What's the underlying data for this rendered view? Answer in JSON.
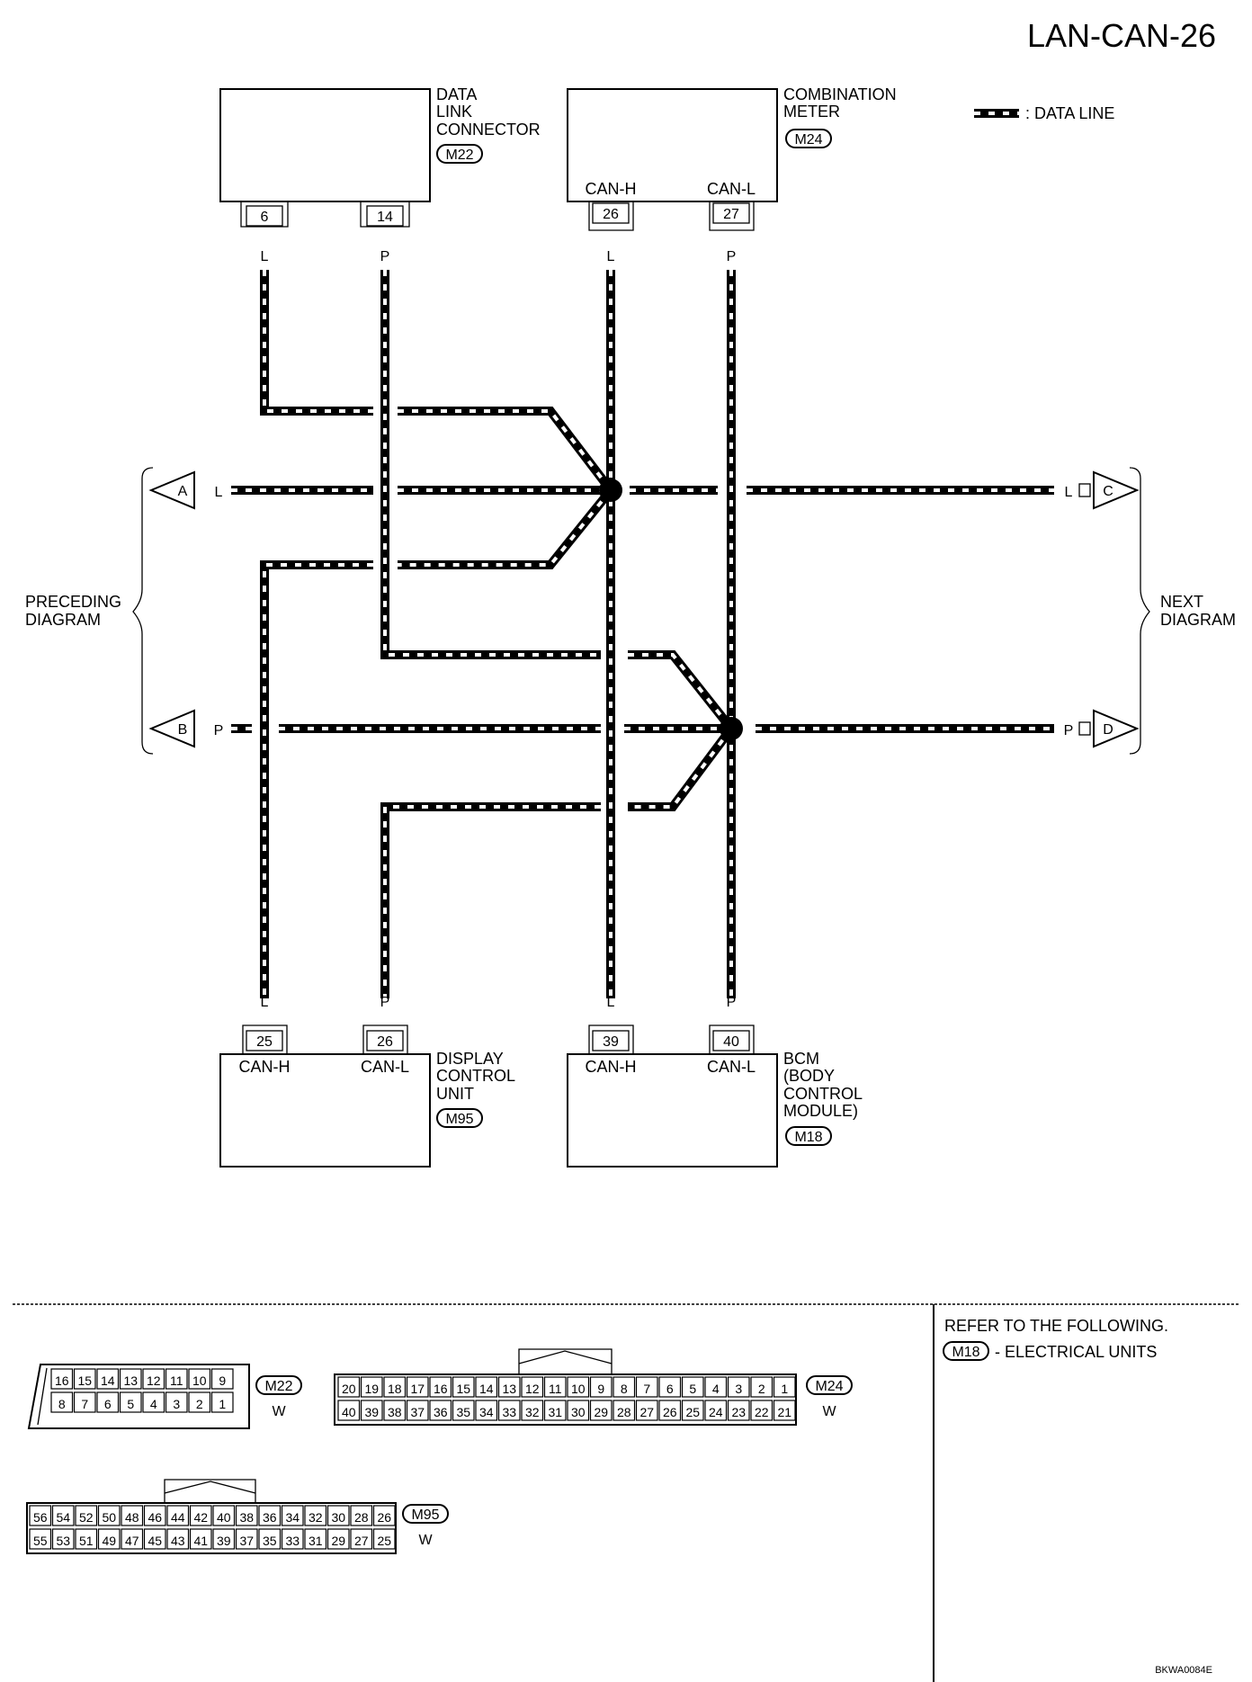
{
  "page_title": "LAN-CAN-26",
  "legend_text": ": DATA LINE",
  "components": {
    "data_link_connector": {
      "name_lines": [
        "DATA",
        "LINK",
        "CONNECTOR"
      ],
      "connector": "M22",
      "pins": [
        "6",
        "14"
      ],
      "wires": [
        "L",
        "P"
      ]
    },
    "combination_meter": {
      "name_lines": [
        "COMBINATION",
        "METER"
      ],
      "connector": "M24",
      "pin_labels": [
        "CAN-H",
        "CAN-L"
      ],
      "pins": [
        "26",
        "27"
      ],
      "wires": [
        "L",
        "P"
      ]
    },
    "display_control_unit": {
      "name_lines": [
        "DISPLAY",
        "CONTROL",
        "UNIT"
      ],
      "connector": "M95",
      "pin_labels": [
        "CAN-H",
        "CAN-L"
      ],
      "pins": [
        "25",
        "26"
      ],
      "wires": [
        "L",
        "P"
      ]
    },
    "bcm": {
      "name_lines": [
        "BCM",
        "(BODY",
        "CONTROL",
        "MODULE)"
      ],
      "connector": "M18",
      "pin_labels": [
        "CAN-H",
        "CAN-L"
      ],
      "pins": [
        "39",
        "40"
      ],
      "wires": [
        "L",
        "P"
      ]
    }
  },
  "side_links": {
    "left": {
      "labels": [
        "PRECEDING",
        "DIAGRAM"
      ],
      "refs": [
        "A",
        "B"
      ],
      "wires": [
        "L",
        "P"
      ]
    },
    "right": {
      "labels": [
        "NEXT",
        "DIAGRAM"
      ],
      "refs": [
        "C",
        "D"
      ],
      "wires": [
        "L",
        "P"
      ]
    }
  },
  "connector_faces": {
    "m22": {
      "id": "M22",
      "color": "W",
      "top": [
        "16",
        "15",
        "14",
        "13",
        "12",
        "11",
        "10",
        "9"
      ],
      "bottom": [
        "8",
        "7",
        "6",
        "5",
        "4",
        "3",
        "2",
        "1"
      ]
    },
    "m24": {
      "id": "M24",
      "color": "W",
      "top": [
        "20",
        "19",
        "18",
        "17",
        "16",
        "15",
        "14",
        "13",
        "12",
        "11",
        "10",
        "9",
        "8",
        "7",
        "6",
        "5",
        "4",
        "3",
        "2",
        "1"
      ],
      "bottom": [
        "40",
        "39",
        "38",
        "37",
        "36",
        "35",
        "34",
        "33",
        "32",
        "31",
        "30",
        "29",
        "28",
        "27",
        "26",
        "25",
        "24",
        "23",
        "22",
        "21"
      ]
    },
    "m95": {
      "id": "M95",
      "color": "W",
      "top": [
        "56",
        "54",
        "52",
        "50",
        "48",
        "46",
        "44",
        "42",
        "40",
        "38",
        "36",
        "34",
        "32",
        "30",
        "28",
        "26"
      ],
      "bottom": [
        "55",
        "53",
        "51",
        "49",
        "47",
        "45",
        "43",
        "41",
        "39",
        "37",
        "35",
        "33",
        "31",
        "29",
        "27",
        "25"
      ]
    }
  },
  "refer": {
    "text": "REFER TO THE FOLLOWING.",
    "ref": "M18",
    "ref_text": "- ELECTRICAL UNITS"
  },
  "figure_code": "BKWA0084E"
}
